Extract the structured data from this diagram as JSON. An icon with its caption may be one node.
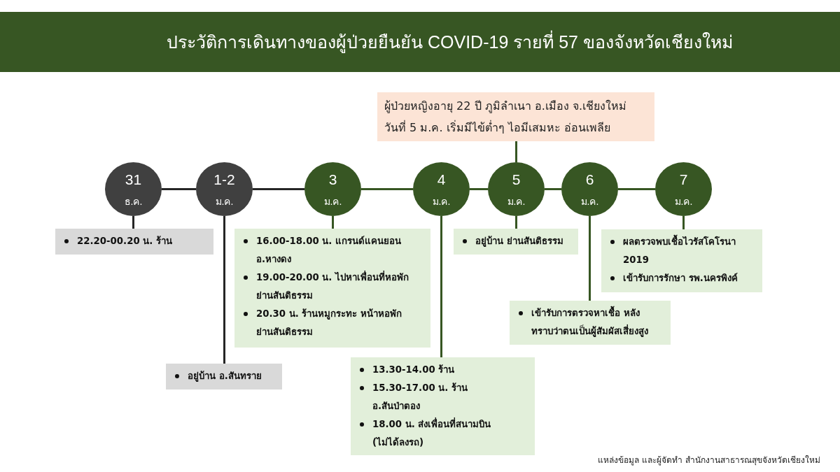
{
  "diagram": {
    "title": "ประวัติการเดินทางของผู้ป่วยยืนยัน COVID-19 รายที่ 57 ของจังหวัดเชียงใหม่",
    "nodes": [
      {
        "text": [
          "ผู้ป่วยหญิงอายุ 22 ปี ภูมิลำเนา อ.เมือง จ.เชียงใหม่",
          "วันที่ 5 ม.ค. เริ่มมีไข้ต่ำๆ ไอมีเสมหะ อ่อนเพลีย"
        ]
      },
      {
        "text": [
          "31",
          "ธ.ค."
        ]
      },
      {
        "text": [
          "1-2",
          "ม.ค."
        ]
      },
      {
        "text": [
          "3",
          "ม.ค."
        ]
      },
      {
        "text": [
          "4",
          "ม.ค."
        ]
      },
      {
        "text": [
          "5",
          "ม.ค."
        ]
      },
      {
        "text": [
          "6",
          "ม.ค."
        ]
      },
      {
        "text": [
          "7",
          "ม.ค."
        ]
      },
      {
        "text": [
          "22.20-00.20 น. ร้าน"
        ]
      },
      {
        "text": [
          "16.00-18.00 น. แกรนด์แคนยอน อ.หางดง",
          "19.00-20.00 น. ไปหาเพื่อนที่หอพักย่านสันติธรรม",
          "20.30 น. ร้านหมูกระทะ หน้าหอพักย่านสันติธรรม"
        ]
      },
      {
        "text": [
          "อยู่บ้าน ย่านสันติธรรม"
        ]
      },
      {
        "text": [
          "ผลตรวจพบเชื้อไวรัสโคโรนา 2019",
          "เข้ารับการรักษา รพ.นครพิงค์"
        ]
      },
      {
        "text": [
          "เข้ารับการตรวจหาเชื้อ หลังทราบว่าตนเป็นผู้สัมผัสเสี่ยงสูง"
        ]
      },
      {
        "text": [
          "อยู่บ้าน อ.สันทราย"
        ]
      },
      {
        "text": [
          "13.30-14.00 ร้าน",
          "15.30-17.00 น. ร้าน อ.สันป่าตอง",
          "18.00 น. ส่งเพื่อนที่สนามบิน (ไม่ได้ลงรถ)"
        ]
      }
    ],
    "edges": [
      {
        "from": 1,
        "to": 2,
        "arrow": "none",
        "color": "#262626"
      },
      {
        "from": 2,
        "to": 3,
        "arrow": "none",
        "color": "#262626"
      },
      {
        "from": 3,
        "to": 4,
        "arrow": "none"
      },
      {
        "from": 4,
        "to": 5,
        "arrow": "none"
      },
      {
        "from": 5,
        "to": 6,
        "arrow": "none"
      },
      {
        "from": 6,
        "to": 7,
        "arrow": "none"
      },
      {
        "from": 0,
        "to": 5,
        "arrow": "none"
      },
      {
        "from": 1,
        "to": 8,
        "arrow": "none",
        "color": "#262626"
      },
      {
        "from": 2,
        "to": 13,
        "arrow": "none",
        "color": "#262626"
      },
      {
        "from": 3,
        "to": 9,
        "arrow": "none"
      },
      {
        "from": 4,
        "to": 14,
        "arrow": "none"
      },
      {
        "from": 5,
        "to": 10,
        "arrow": "none"
      },
      {
        "from": 6,
        "to": 12,
        "arrow": "none"
      },
      {
        "from": 7,
        "to": 11,
        "arrow": "none"
      }
    ],
    "labels": [
      "แหล่งข้อมูล และผู้จัดทำ สำนักงานสาธารณสุขจังหวัดเชียงใหม่"
    ]
  }
}
